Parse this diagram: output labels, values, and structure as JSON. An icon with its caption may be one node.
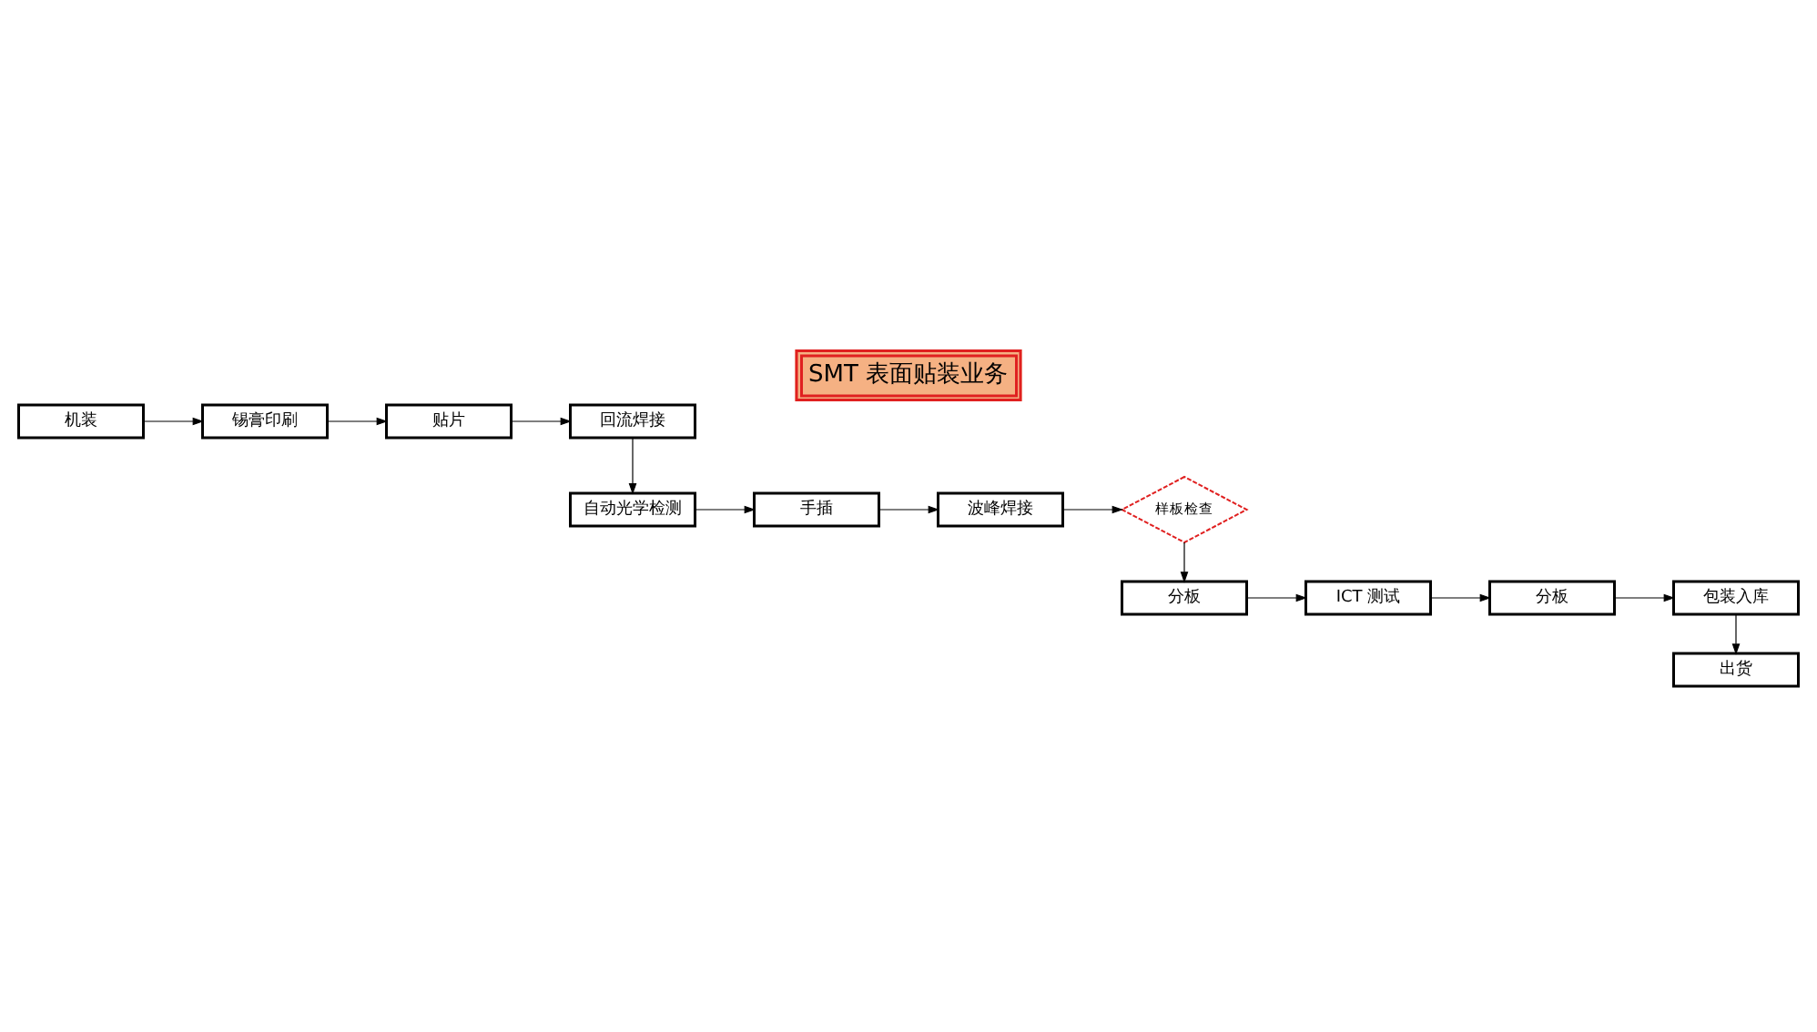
{
  "diagram": {
    "title": "SMT 表面贴装业务",
    "nodes": [
      {
        "text": [
          "机装"
        ]
      },
      {
        "text": [
          "锡膏印刷"
        ]
      },
      {
        "text": [
          "贴片"
        ]
      },
      {
        "text": [
          "回流焊接"
        ]
      },
      {
        "text": [
          "样板检查"
        ]
      },
      {
        "text": [
          "波峰焊接"
        ]
      },
      {
        "text": [
          "手插"
        ]
      },
      {
        "text": [
          "自动光学检测"
        ]
      },
      {
        "text": [
          "分板"
        ]
      },
      {
        "text": [
          "ICT 测试"
        ]
      },
      {
        "text": [
          "分板"
        ]
      },
      {
        "text": [
          "包装入库"
        ]
      },
      {
        "text": [
          "出货"
        ]
      }
    ],
    "edges": [
      {
        "from": 0,
        "to": 1,
        "arrow": "to"
      },
      {
        "from": 1,
        "to": 2,
        "arrow": "to"
      },
      {
        "from": 2,
        "to": 3,
        "arrow": "to"
      },
      {
        "from": 3,
        "to": 7,
        "arrow": "to"
      },
      {
        "from": 7,
        "to": 6,
        "arrow": "to"
      },
      {
        "from": 6,
        "to": 5,
        "arrow": "to"
      },
      {
        "from": 5,
        "to": 4,
        "arrow": "to"
      },
      {
        "from": 4,
        "to": 8,
        "arrow": "to"
      },
      {
        "from": 8,
        "to": 9,
        "arrow": "to"
      },
      {
        "from": 9,
        "to": 10,
        "arrow": "to"
      },
      {
        "from": 10,
        "to": 11,
        "arrow": "to"
      },
      {
        "from": 11,
        "to": 12,
        "arrow": "to"
      }
    ]
  }
}
